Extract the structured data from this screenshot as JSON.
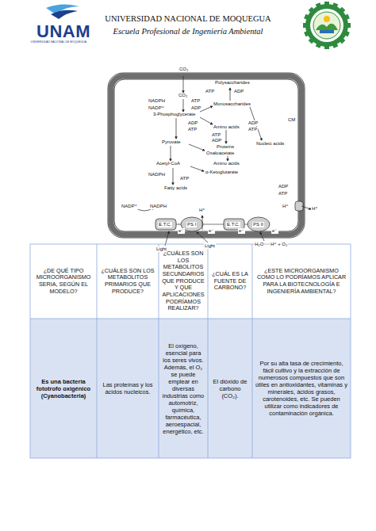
{
  "diagram": {
    "title": "UNIVERSIDAD NACIONAL DE MOQUEGUA",
    "labels": [
      "UNAM",
      "UNIVERSIDAD NACIONAL DE MOQUEGUA",
      "Escuela Profesional de Ingeniería Ambiental",
      "CO₂",
      "Polysaccharides",
      "ADP",
      "ATP",
      "CO₂",
      "NADPH",
      "ATP",
      "NADP⁺",
      "ADP",
      "Monosaccharides",
      "3-Phosphoglycerate",
      "ADP",
      "ATP",
      "Amino acids",
      "ATP",
      "ADP",
      "Proteins",
      "Nucleic acids",
      "ADP",
      "ATP",
      "Pyruvate",
      "Oxaloacetate",
      "Acetyl-CoA",
      "Amino acids",
      "α-Ketoglutarate",
      "NADPH",
      "ATP",
      "Fatty acids",
      "CM",
      "ADP",
      "ATP",
      "H⁺",
      "H⁺",
      "NADP⁺",
      "NADPH",
      "E.T.C.",
      "PS I",
      "E.T.C.",
      "PS II",
      "e⁻",
      "e⁻",
      "e⁻",
      "e⁻",
      "H⁺",
      "Light",
      "Light",
      "H₂O",
      "H⁺ + O₂",
      "¿DE QUÉ TIPO MICROORGANISMO SERIA, SEGÚN EL MODELO?",
      "¿CUÁLES SON LOS METABOLITOS PRIMARIOS QUE PRODUCE?",
      "¿CUÁLES SON LOS METABOLITOS SECUNDARIOS QUE PRODUCE Y QUE APLICACIONES PODRÍAMOS REALIZAR?",
      "¿CUÁL ES LA FUENTE DE CARBONO?",
      "¿ESTE MICROORGANISMO COMO LO PODRÍAMOS APLICAR PARA LA BIOTECNOLOGÍA E INGENIERÍA AMBIENTAL?",
      "Es una bacteria fototrofo oxigénico (Cyanobacteria)",
      "Las proteínas y los ácidos nucleicos.",
      "El oxígeno, esencial para los seres vivos. Además, el O₂ se puede emplear en diversas industrias como automotriz, química, farmacéutica, aeroespacial, energético, etc.",
      "El dióxido de carbono (CO₂).",
      "Por su alta tasa de crecimiento, fácil cultivo y la extracción de numerosos compuestos que son útiles en antioxidantes, vitaminas y minerales, ácidos grasos, carotenoides, etc. Se pueden utilizar como indicadores de contaminación orgánica."
    ]
  }
}
